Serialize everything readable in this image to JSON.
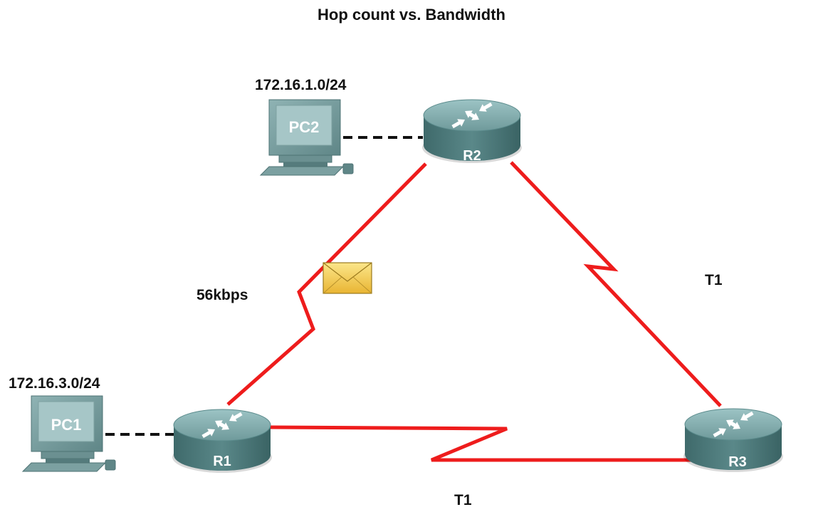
{
  "title": "Hop count vs. Bandwidth",
  "networks": {
    "pc2_subnet": "172.16.1.0/24",
    "pc1_subnet": "172.16.3.0/24"
  },
  "devices": {
    "pc1": "PC1",
    "pc2": "PC2",
    "r1": "R1",
    "r2": "R2",
    "r3": "R3"
  },
  "links": {
    "r1_r2_bandwidth": "56kbps",
    "r2_r3_bandwidth": "T1",
    "r1_r3_bandwidth": "T1"
  },
  "colors": {
    "serial_link": "#ee1c1c",
    "router_body": "#4f7d7e",
    "router_top": "#7fa9aa",
    "pc_body": "#6f9596",
    "pc_screen": "#9cbfc0",
    "envelope": "#f3cc46"
  },
  "icons": {
    "router": "router-icon",
    "pc": "computer-icon",
    "packet": "envelope-icon"
  }
}
